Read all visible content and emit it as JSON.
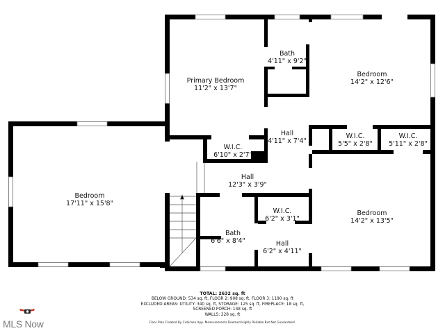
{
  "rooms": [
    {
      "id": "primary-bedroom",
      "name": "Primary Bedroom",
      "dims": "11'2\" x 13'7\""
    },
    {
      "id": "bath-upper",
      "name": "Bath",
      "dims": "4'11\" x 9'2\""
    },
    {
      "id": "bedroom-ne",
      "name": "Bedroom",
      "dims": "14'2\" x 12'6\""
    },
    {
      "id": "hall-center",
      "name": "Hall",
      "dims": "4'11\" x 7'4\""
    },
    {
      "id": "wic-center",
      "name": "W.I.C.",
      "dims": "6'10\" x 2'7\""
    },
    {
      "id": "wic-east-1",
      "name": "W.I.C.",
      "dims": "5'5\" x 2'8\""
    },
    {
      "id": "wic-east-2",
      "name": "W.I.C.",
      "dims": "5'11\" x 2'8\""
    },
    {
      "id": "bedroom-west",
      "name": "Bedroom",
      "dims": "17'11\" x 15'8\""
    },
    {
      "id": "hall-main",
      "name": "Hall",
      "dims": "12'3\" x 3'9\""
    },
    {
      "id": "wic-south",
      "name": "W.I.C.",
      "dims": "6'2\" x 3'1\""
    },
    {
      "id": "bedroom-se",
      "name": "Bedroom",
      "dims": "14'2\" x 13'5\""
    },
    {
      "id": "bath-lower",
      "name": "Bath",
      "dims": "6'6\" x 8'4\""
    },
    {
      "id": "hall-south",
      "name": "Hall",
      "dims": "6'2\" x 4'11\""
    }
  ],
  "summary": {
    "total": "TOTAL: 2632 sq. ft",
    "line1": "BELOW GROUND: 534 sq. ft, FLOOR 2: 908 sq. ft, FLOOR 3: 1190 sq. ft",
    "line2": "EXCLUDED AREAS: UTILITY: 340 sq. ft, STORAGE: 125 sq. ft, FIREPLACE: 18 sq. ft,",
    "line3": "SCREENED PORCH: 148 sq. ft",
    "line4": "WALLS: 228 sq. ft",
    "credit": "Floor Plan Created By Cubicasa App. Measurements Deemed Highly Reliable But Not Guaranteed."
  },
  "brand": {
    "name": "MLS Now",
    "icon": "camera-wings-icon",
    "accent_color": "#c0392b"
  },
  "colors": {
    "wall": "#000000",
    "window": "#ffffff",
    "background": "#ffffff"
  }
}
